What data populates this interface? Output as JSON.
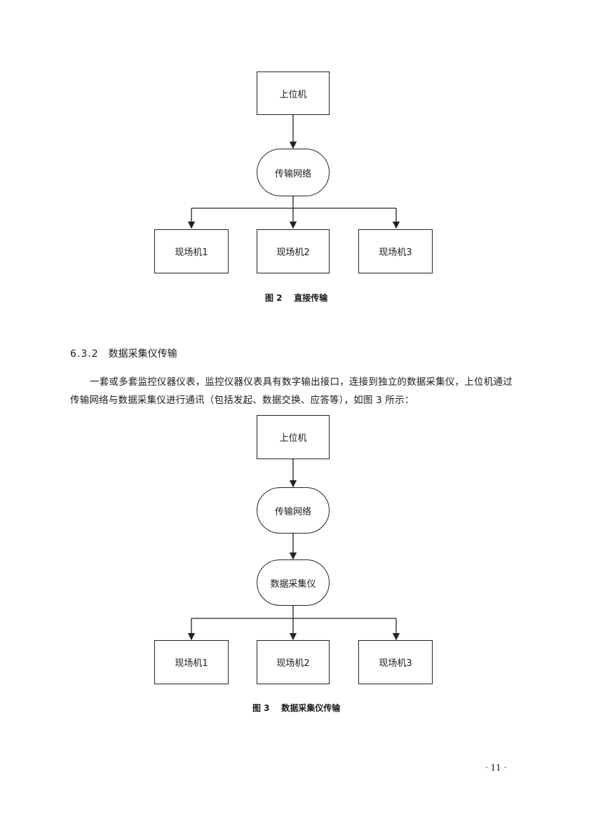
{
  "figure2": {
    "top_label": "上位机",
    "network_label": "传输网络",
    "field_units": [
      "现场机1",
      "现场机2",
      "现场机3"
    ],
    "caption_number": "图 2",
    "caption_title": "直接传输"
  },
  "section": {
    "number": "6.3.2",
    "title": "数据采集仪传输"
  },
  "paragraph": "一套或多套监控仪器仪表，监控仪器仪表具有数字输出接口，连接到独立的数据采集仪，上位机通过传输网络与数据采集仪进行通讯（包括发起、数据交换、应答等），如图 3 所示：",
  "figure3": {
    "top_label": "上位机",
    "network_label": "传输网络",
    "collector_label": "数据采集仪",
    "field_units": [
      "现场机1",
      "现场机2",
      "现场机3"
    ],
    "caption_number": "图 3",
    "caption_title": "数据采集仪传输"
  },
  "page_number": "· 11 ·"
}
